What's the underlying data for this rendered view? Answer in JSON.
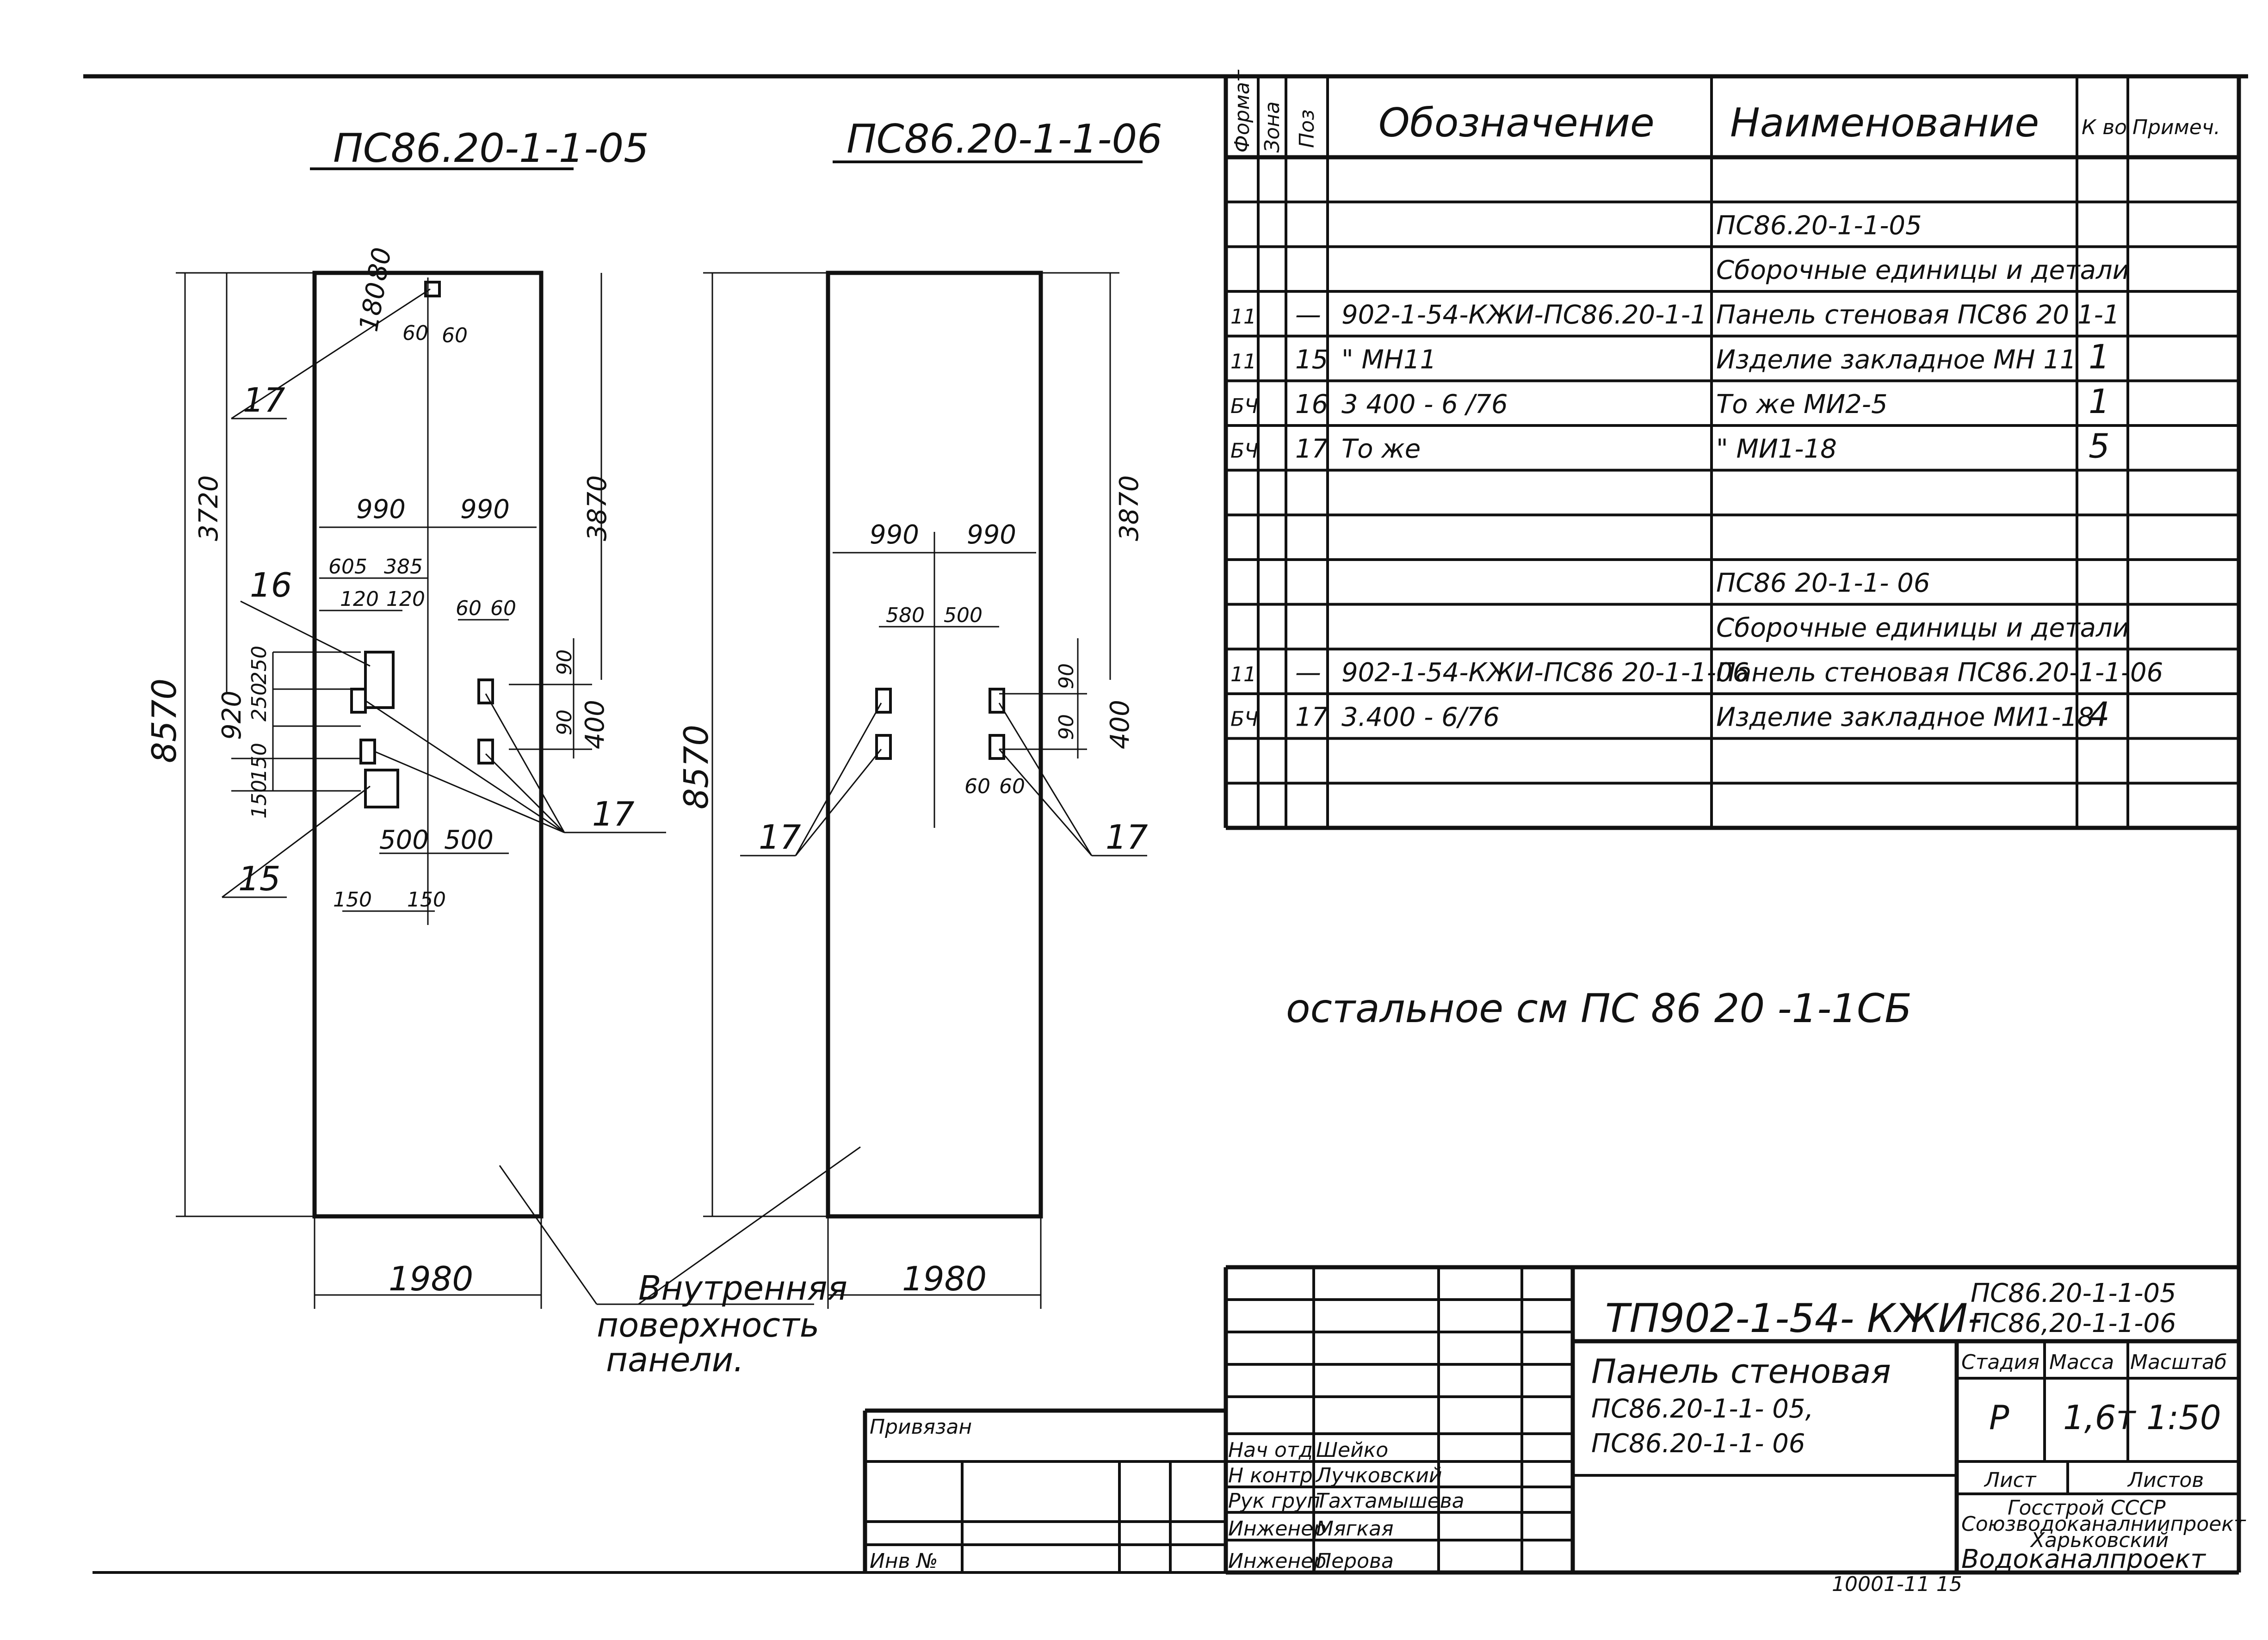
{
  "drawing": {
    "left_view": {
      "title": "ПС86.20-1-1-05",
      "dims": {
        "d80": "80",
        "d180": "180",
        "d60a": "60",
        "d60b": "60",
        "d3720": "3720",
        "d990a": "990",
        "d990b": "990",
        "d3870": "3870",
        "d605": "605",
        "d385": "385",
        "d120a": "120",
        "d120b": "120",
        "d60c": "60",
        "d60d": "60",
        "d250a": "250",
        "d250b": "250",
        "d90a": "90",
        "d90b": "90",
        "d400": "400",
        "d920": "920",
        "d150a": "150",
        "d150b": "150",
        "d500a": "500",
        "d500b": "500",
        "d150c": "150",
        "d150d": "150",
        "d8570": "8570",
        "d1980": "1980"
      },
      "callouts": {
        "c17top": "17",
        "c16": "16",
        "c15": "15",
        "c17right": "17"
      }
    },
    "right_view": {
      "title": "ПС86.20-1-1-06",
      "dims": {
        "d3870": "3870",
        "d990a": "990",
        "d990b": "990",
        "d580": "580",
        "d500": "500",
        "d90a": "90",
        "d90b": "90",
        "d400": "400",
        "d60a": "60",
        "d60b": "60",
        "d8570": "8570",
        "d1980": "1980"
      },
      "callouts": {
        "c17left": "17",
        "c17right": "17"
      }
    },
    "surface_note": [
      "Внутренняя",
      "поверхность",
      "панели."
    ],
    "rest_note": "остальное см ПС 86 20 -1-1СБ"
  },
  "spec_table": {
    "headers": {
      "format": "Формат",
      "zone": "Зона",
      "pos": "Поз",
      "designation": "Обозначение",
      "name": "Наименование",
      "qty": "К во",
      "note": "Примеч."
    },
    "rows": [
      {
        "format": "",
        "zone": "",
        "pos": "",
        "designation": "",
        "name": "",
        "qty": ""
      },
      {
        "format": "",
        "zone": "",
        "pos": "",
        "designation": "",
        "name": "ПС86.20-1-1-05",
        "qty": ""
      },
      {
        "format": "",
        "zone": "",
        "pos": "",
        "designation": "",
        "name": "Сборочные единицы и детали",
        "qty": ""
      },
      {
        "format": "11",
        "zone": "",
        "pos": "—",
        "designation": "902-1-54-КЖИ-ПС86.20-1-1",
        "name": "Панель стеновая ПС86 20 1-1",
        "qty": ""
      },
      {
        "format": "11",
        "zone": "",
        "pos": "15",
        "designation": "\"          МН11",
        "name": "Изделие закладное МН 11",
        "qty": "1"
      },
      {
        "format": "БЧ",
        "zone": "",
        "pos": "16",
        "designation": "3 400 - 6 /76",
        "name": "То же          МИ2-5",
        "qty": "1"
      },
      {
        "format": "БЧ",
        "zone": "",
        "pos": "17",
        "designation": "То же",
        "name": "\"           МИ1-18",
        "qty": "5"
      },
      {
        "format": "",
        "zone": "",
        "pos": "",
        "designation": "",
        "name": "",
        "qty": ""
      },
      {
        "format": "",
        "zone": "",
        "pos": "",
        "designation": "",
        "name": "",
        "qty": ""
      },
      {
        "format": "",
        "zone": "",
        "pos": "",
        "designation": "",
        "name": "ПС86 20-1-1- 06",
        "qty": ""
      },
      {
        "format": "",
        "zone": "",
        "pos": "",
        "designation": "",
        "name": "Сборочные единицы и детали",
        "qty": ""
      },
      {
        "format": "11",
        "zone": "",
        "pos": "—",
        "designation": "902-1-54-КЖИ-ПС86 20-1-1-06",
        "name": "Панель стеновая ПС86.20-1-1-06",
        "qty": ""
      },
      {
        "format": "БЧ",
        "zone": "",
        "pos": "17",
        "designation": "3.400 - 6/76",
        "name": "Изделие закладное МИ1-18",
        "qty": "4"
      },
      {
        "format": "",
        "zone": "",
        "pos": "",
        "designation": "",
        "name": "",
        "qty": ""
      },
      {
        "format": "",
        "zone": "",
        "pos": "",
        "designation": "",
        "name": "",
        "qty": ""
      }
    ]
  },
  "title_block": {
    "doc_code": "ТП902-1-54- КЖИ-",
    "doc_variants": [
      "ПС86.20-1-1-05",
      "ПС86,20-1-1-06"
    ],
    "title_lines": [
      "Панель стеновая",
      "ПС86.20-1-1- 05,",
      "ПС86.20-1-1- 06"
    ],
    "stage_label": "Стадия",
    "mass_label": "Масса",
    "scale_label": "Масштаб",
    "stage": "Р",
    "mass": "1,6т",
    "scale": "1:50",
    "sheet_label": "Лист",
    "sheets_label": "Листов",
    "org_lines": [
      "Госстрой СССР",
      "Союзводоканалниипроект",
      "Харьковский",
      "Водоканалпроект"
    ],
    "bound_label": "Привязан",
    "inv_label": "Инв №",
    "roles": [
      {
        "role": "Нач отд",
        "name": "Шейко"
      },
      {
        "role": "Н контр",
        "name": "Лучковский"
      },
      {
        "role": "Рук груп",
        "name": "Тахтамышева"
      },
      {
        "role": "Инженер",
        "name": "Мягкая"
      },
      {
        "role": "Инженер",
        "name": "Перова"
      }
    ]
  },
  "footer_code": "10001-11     15"
}
